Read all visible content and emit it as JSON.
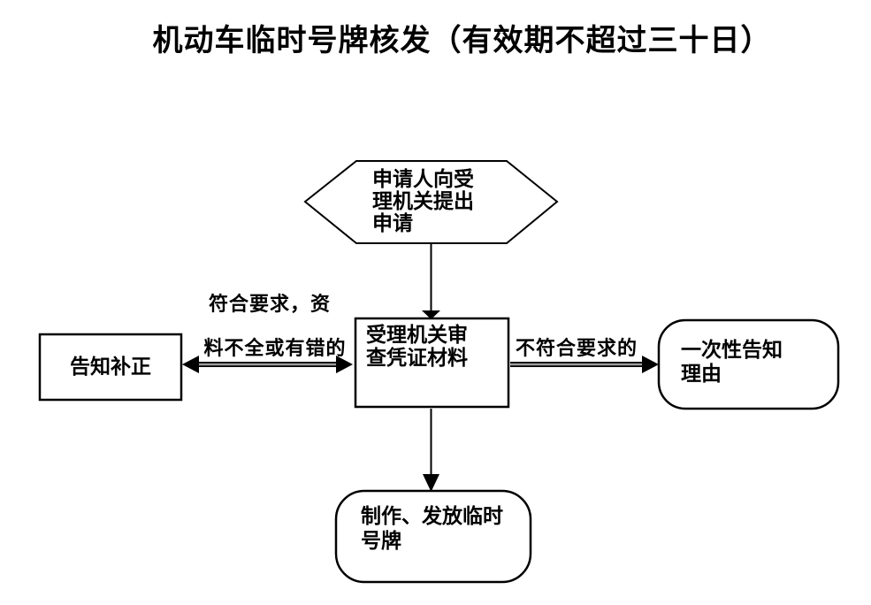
{
  "title": "机动车临时号牌核发（有效期不超过三十日）",
  "nodes": {
    "applicant": {
      "shape": "hexagon",
      "lines": [
        "申请人向受",
        "理机关提出",
        "申请"
      ]
    },
    "review": {
      "shape": "rectangle",
      "lines": [
        "受理机关审",
        "查凭证材料"
      ]
    },
    "notify_correction": {
      "shape": "rectangle",
      "label": "告知补正"
    },
    "one_time_reason": {
      "shape": "rounded-rectangle",
      "lines": [
        "一次性告知",
        "理由"
      ]
    },
    "issue_plate": {
      "shape": "rounded-rectangle",
      "lines": [
        "制作、发放临时",
        "号牌"
      ]
    }
  },
  "edge_labels": {
    "to_correction": {
      "lines": [
        "符合要求，资",
        "料不全或有错的"
      ]
    },
    "to_reason": "不符合要求的"
  },
  "colors": {
    "stroke": "#000000",
    "text": "#000000",
    "background": "#ffffff",
    "arrow_shaft_highlight": "#9c9c9c"
  }
}
